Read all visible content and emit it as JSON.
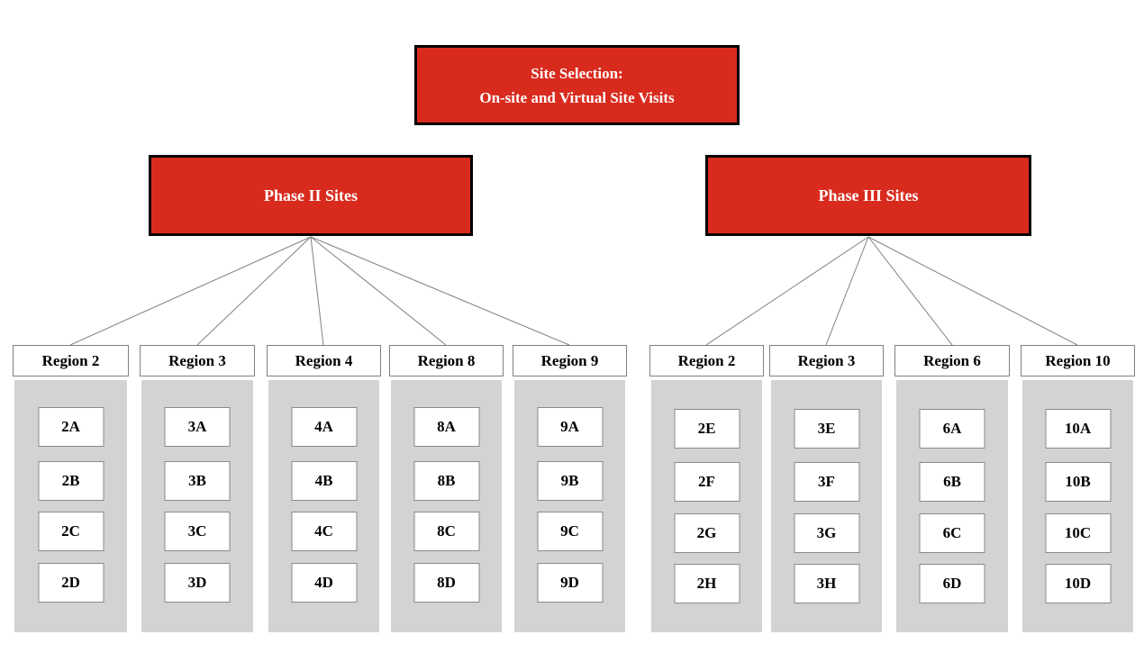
{
  "title": {
    "line1": "Site Selection:",
    "line2": "On-site and Virtual Site Visits"
  },
  "phase2": {
    "label": "Phase II Sites",
    "regions": [
      {
        "label": "Region 2",
        "sites": [
          "2A",
          "2B",
          "2C",
          "2D"
        ]
      },
      {
        "label": "Region 3",
        "sites": [
          "3A",
          "3B",
          "3C",
          "3D"
        ]
      },
      {
        "label": "Region 4",
        "sites": [
          "4A",
          "4B",
          "4C",
          "4D"
        ]
      },
      {
        "label": "Region 8",
        "sites": [
          "8A",
          "8B",
          "8C",
          "8D"
        ]
      },
      {
        "label": "Region 9",
        "sites": [
          "9A",
          "9B",
          "9C",
          "9D"
        ]
      }
    ]
  },
  "phase3": {
    "label": "Phase III Sites",
    "regions": [
      {
        "label": "Region 2",
        "sites": [
          "2E",
          "2F",
          "2G",
          "2H"
        ]
      },
      {
        "label": "Region 3",
        "sites": [
          "3E",
          "3F",
          "3G",
          "3H"
        ]
      },
      {
        "label": "Region 6",
        "sites": [
          "6A",
          "6B",
          "6C",
          "6D"
        ]
      },
      {
        "label": "Region 10",
        "sites": [
          "10A",
          "10B",
          "10C",
          "10D"
        ]
      }
    ]
  },
  "colors": {
    "node_red": "#D82B1E",
    "node_border": "#000000",
    "panel_gray": "#D3D3D3",
    "box_border_gray": "#8a8a8a",
    "connector_gray": "#808080"
  }
}
